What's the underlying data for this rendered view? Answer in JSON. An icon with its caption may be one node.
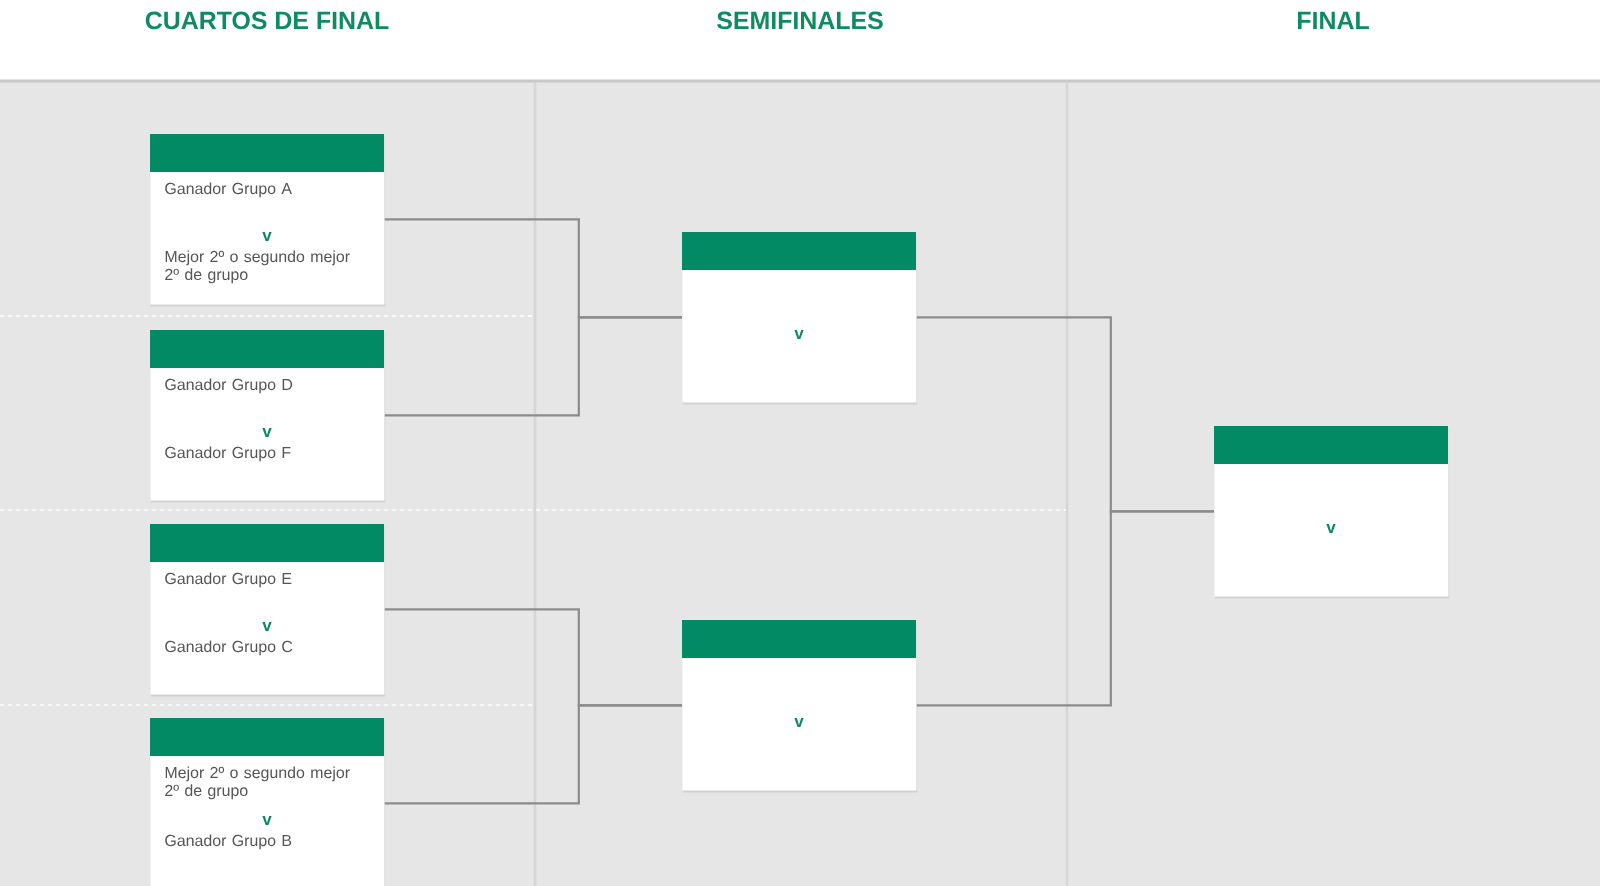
{
  "diagram": {
    "nodes": [
      {
        "text": [
          "Ganador Grupo A",
          "v",
          "Mejor 2º o segundo mejor 2º de grupo"
        ]
      },
      {
        "text": [
          "Ganador Grupo D",
          "v",
          "Ganador Grupo F"
        ]
      },
      {
        "text": [
          "Ganador Grupo E",
          "v",
          "Ganador Grupo C"
        ]
      },
      {
        "text": [
          "Mejor 2º o segundo mejor 2º de grupo",
          "v",
          "Ganador Grupo B"
        ]
      },
      {
        "text": [
          "v"
        ]
      },
      {
        "text": [
          "v"
        ]
      },
      {
        "text": [
          "v"
        ]
      }
    ],
    "edges": [
      {
        "from": 0,
        "to": 4,
        "arrow": "none"
      },
      {
        "from": 1,
        "to": 4,
        "arrow": "none"
      },
      {
        "from": 2,
        "to": 5,
        "arrow": "none"
      },
      {
        "from": 3,
        "to": 5,
        "arrow": "none"
      },
      {
        "from": 4,
        "to": 6,
        "arrow": "none"
      },
      {
        "from": 5,
        "to": 6,
        "arrow": "none"
      }
    ],
    "labels": [
      "CUARTOS DE FINAL",
      "SEMIFINALES",
      "FINAL"
    ]
  }
}
